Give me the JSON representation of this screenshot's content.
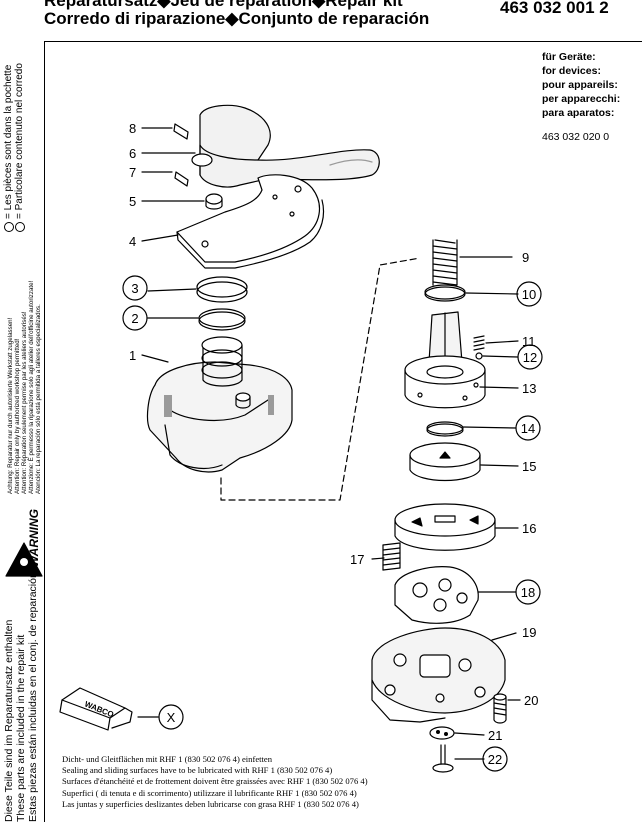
{
  "header": {
    "line1": "Reparatursatz◆Jeu de réparation◆Repair kit",
    "line2": "Corredo di riparazione◆Conjunto de reparación",
    "part_number": "463 032 001 2"
  },
  "devices": {
    "labels": [
      "für Geräte:",
      "for devices:",
      "pour appareils:",
      "per apparecchi:",
      "para aparatos:"
    ],
    "number": "463 032 020 0"
  },
  "side_text": {
    "legend": [
      "= Les pièces sont dans la pochette",
      "= Particolare contenuto nel corredo"
    ],
    "attention": [
      "Achtung: Reparatur nur durch autorisierte Werkstatt zugelassen!",
      "Attention: Repair only by authorized workshop permitted!",
      "Attention: Réparation seulement permise par les ateliers autorisés!",
      "Attenzione: È permesso la riparazione solo agli atelier dell'officine autorizzate!",
      "Atención: La reparación sólo está permitida a talleres especializados."
    ],
    "warning": "WARNING",
    "parts": [
      "Diese Teile sind im Reparatursatz enthalten",
      "These parts are included in the repair kit",
      "Estas piezas están incluidas en el conj. de reparación"
    ]
  },
  "callouts": {
    "plain": [
      "8",
      "6",
      "7",
      "5",
      "4",
      "1",
      "9",
      "11",
      "13",
      "15",
      "16",
      "17",
      "19",
      "20",
      "21"
    ],
    "circled": [
      "3",
      "2",
      "10",
      "12",
      "14",
      "18",
      "22",
      "X"
    ]
  },
  "tube_label": "WABCO",
  "lubrication_note": [
    "Dicht- und Gleitflächen mit  RHF 1 (830 502 076 4) einfetten",
    "Sealing and sliding surfaces have to be lubricated  with RHF 1 (830 502 076 4)",
    "Surfaces d'étanchéité et de frottement doivent être graissées avec RHF 1 (830 502 076 4)",
    "Superfici ( di tenuta e di scorrimento) utilizzare il lubrificante RHF 1 (830 502 076 4)",
    "Las juntas y superficies deslizantes deben lubricarse con grasa RHF 1 (830 502 076 4)"
  ],
  "colors": {
    "ink": "#000000",
    "paper": "#ffffff",
    "shade": "#9a9a9a"
  }
}
